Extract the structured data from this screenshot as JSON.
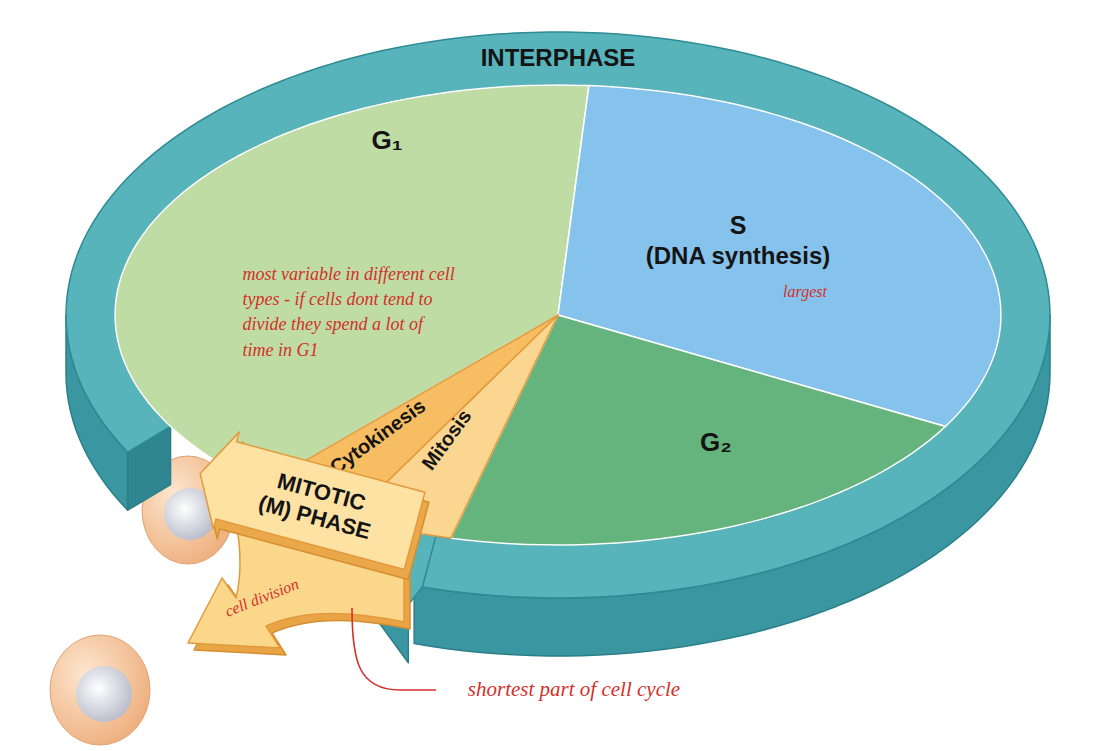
{
  "diagram": {
    "nodes": [
      {
        "text": [
          "INTERPHASE"
        ]
      },
      {
        "text": [
          "G₁"
        ]
      },
      {
        "text": [
          "S",
          "(DNA synthesis)"
        ]
      },
      {
        "text": [
          "G₂"
        ]
      },
      {
        "text": [
          "Cytokinesis"
        ]
      },
      {
        "text": [
          "Mitosis"
        ]
      },
      {
        "text": [
          "MITOTIC (M) PHASE"
        ]
      }
    ],
    "labels": [
      "most variable in different cell types - if cells dont tend to divide they spend a lot of time in G1",
      "largest",
      "cell division",
      "shortest part of cell cycle"
    ]
  }
}
